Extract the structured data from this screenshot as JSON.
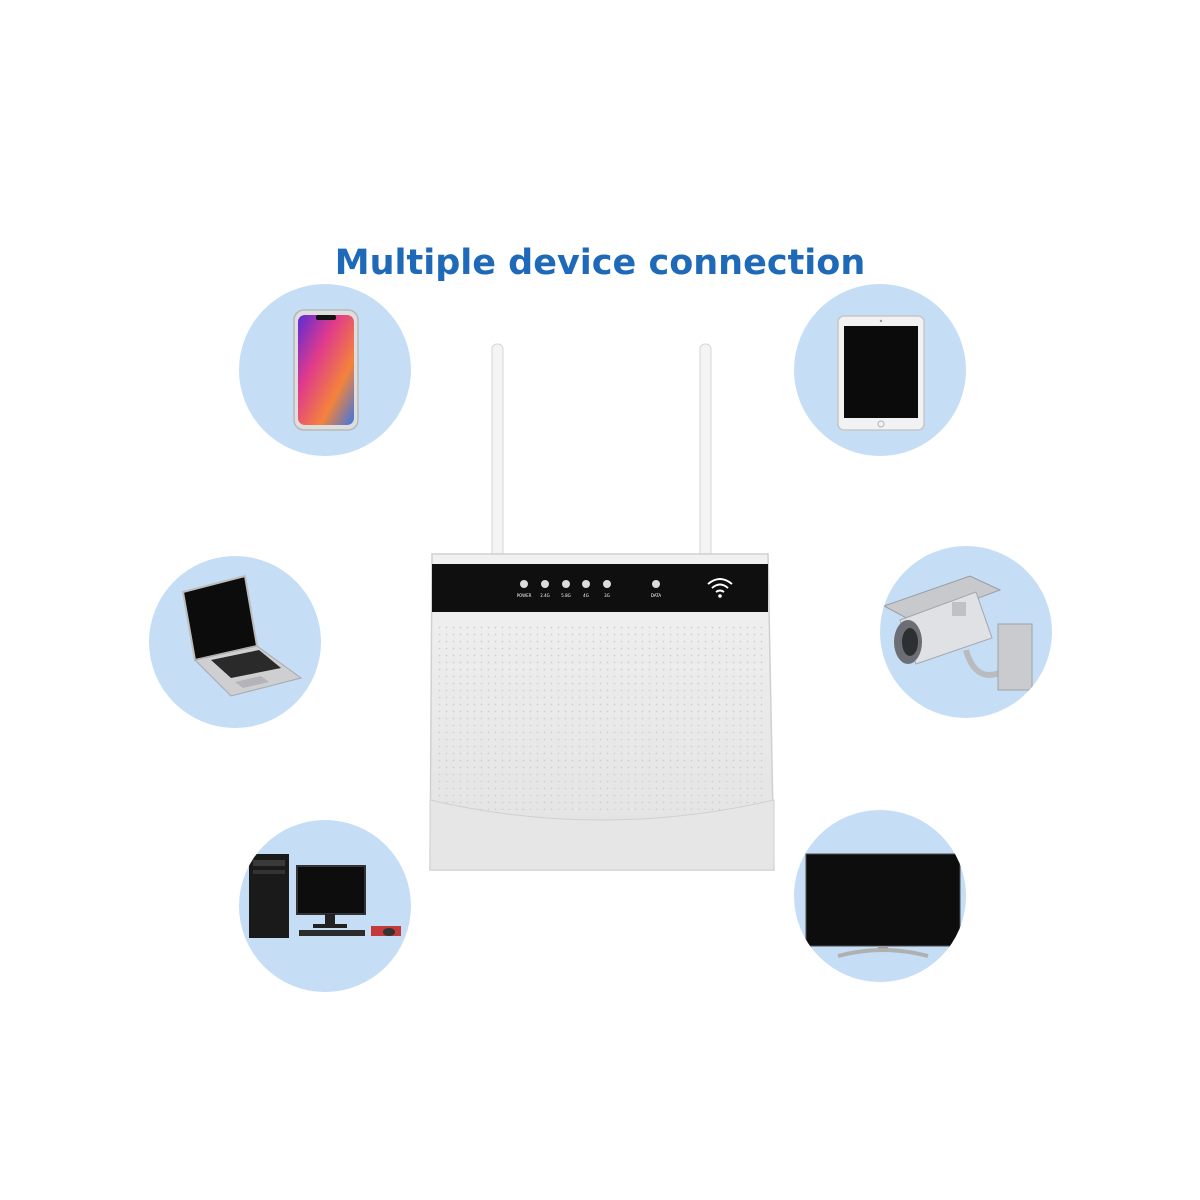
{
  "headline": {
    "text": "Multiple device connection",
    "color": "#1f6ab8"
  },
  "theme": {
    "bubble_fill": "#c5def5",
    "router_body": "#e9e9e9",
    "panel": "#111111"
  },
  "devices": {
    "left": [
      "smartphone-icon",
      "laptop-icon",
      "desktop-pc-icon"
    ],
    "right": [
      "tablet-icon",
      "security-camera-icon",
      "monitor-icon"
    ]
  },
  "router": {
    "leds": [
      {
        "label": "POWER"
      },
      {
        "label": "2.4G"
      },
      {
        "label": "5.8G"
      },
      {
        "label": "4G"
      },
      {
        "label": "3G"
      },
      {
        "label": "DATA"
      }
    ],
    "status_icon": "wifi-icon"
  }
}
